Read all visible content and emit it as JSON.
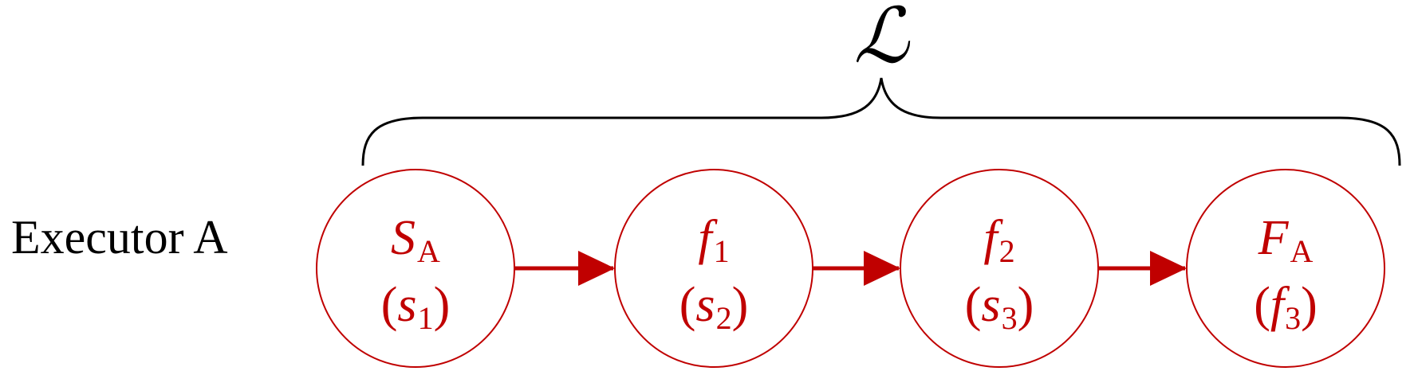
{
  "row_label": "Executor A",
  "brace_label": "ℒ",
  "colors": {
    "node": "#c00000",
    "brace": "#000000",
    "label": "#000000"
  },
  "nodes": [
    {
      "main": "S",
      "main_sub": "A",
      "inner": "s",
      "inner_sub": "1"
    },
    {
      "main": "f",
      "main_sub": "1",
      "inner": "s",
      "inner_sub": "2"
    },
    {
      "main": "f",
      "main_sub": "2",
      "inner": "s",
      "inner_sub": "3"
    },
    {
      "main": "F",
      "main_sub": "A",
      "inner": "f",
      "inner_sub": "3"
    }
  ],
  "edges": [
    {
      "from": 0,
      "to": 1
    },
    {
      "from": 1,
      "to": 2
    },
    {
      "from": 2,
      "to": 3
    }
  ]
}
